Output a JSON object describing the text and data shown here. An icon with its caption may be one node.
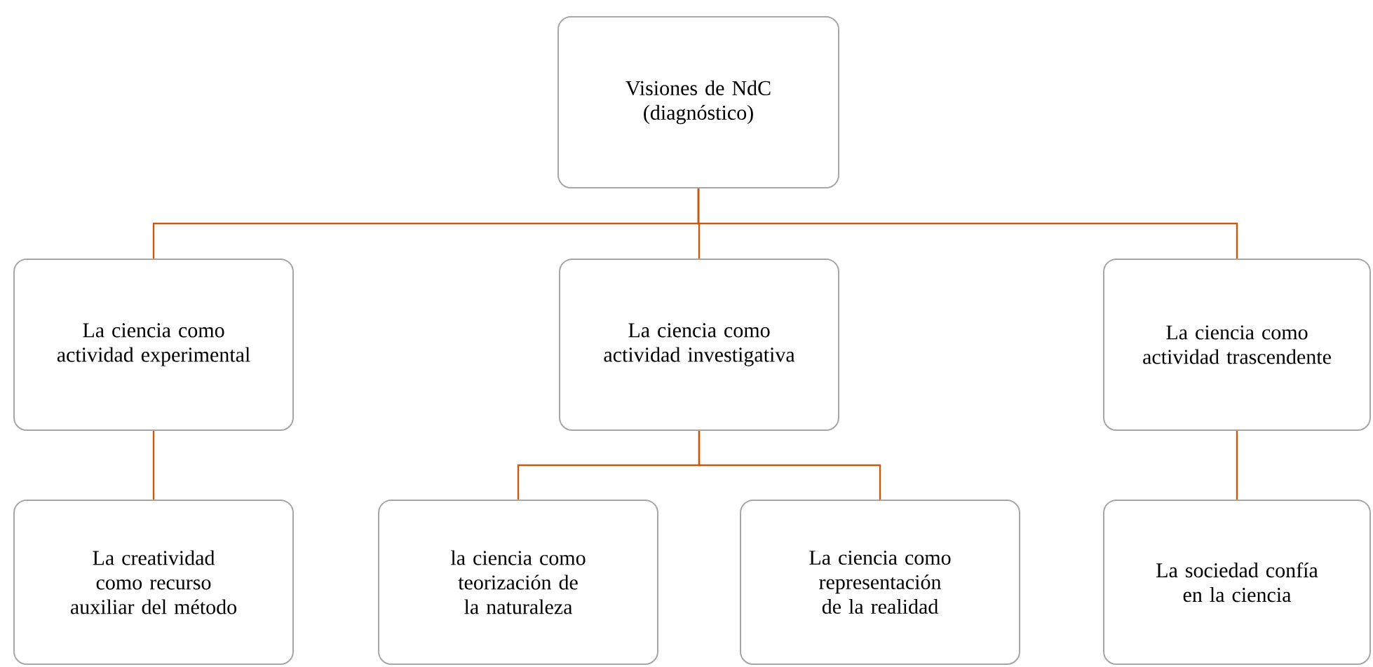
{
  "diagram": {
    "nodes": [
      {
        "text": [
          "Visiones de NdC (diagnóstico)"
        ]
      },
      {
        "text": [
          "La ciencia como actividad experimental"
        ]
      },
      {
        "text": [
          "La ciencia como actividad investigativa"
        ]
      },
      {
        "text": [
          "La ciencia como actividad trascendente"
        ]
      },
      {
        "text": [
          "La creatividad como recurso auxiliar del método"
        ]
      },
      {
        "text": [
          "la ciencia como teorización de la naturaleza"
        ]
      },
      {
        "text": [
          "La ciencia como representación de la realidad"
        ]
      },
      {
        "text": [
          "La sociedad confía en la ciencia"
        ]
      }
    ],
    "edges": [
      {
        "from": 0,
        "to": 1,
        "arrow": "none"
      },
      {
        "from": 0,
        "to": 2,
        "arrow": "none"
      },
      {
        "from": 0,
        "to": 3,
        "arrow": "none"
      },
      {
        "from": 1,
        "to": 4,
        "arrow": "none"
      },
      {
        "from": 2,
        "to": 5,
        "arrow": "none"
      },
      {
        "from": 2,
        "to": 6,
        "arrow": "none"
      },
      {
        "from": 3,
        "to": 7,
        "arrow": "none"
      }
    ]
  }
}
